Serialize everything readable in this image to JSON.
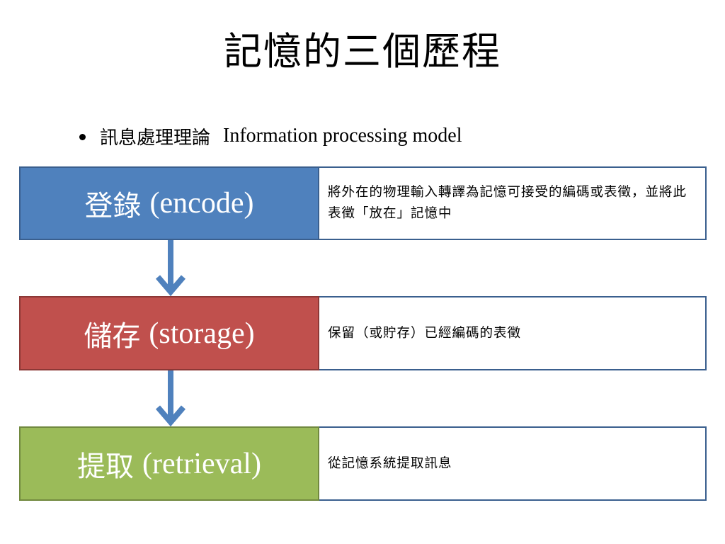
{
  "title": "記憶的三個歷程",
  "bullet": {
    "zh": "訊息處理理論",
    "en": "Information processing model"
  },
  "stages": [
    {
      "label_zh": "登錄",
      "label_en": "(encode)",
      "description": "將外在的物理輸入轉譯為記憶可接受的編碼或表徵，並將此表徵「放在」記憶中",
      "color": "#4f81bd"
    },
    {
      "label_zh": "儲存",
      "label_en": "(storage)",
      "description": "保留（或貯存）已經編碼的表徵",
      "color": "#c0504d"
    },
    {
      "label_zh": "提取",
      "label_en": "(retrieval)",
      "description": "從記憶系統提取訊息",
      "color": "#9bbb59"
    }
  ],
  "arrow_color": "#4f81bd"
}
